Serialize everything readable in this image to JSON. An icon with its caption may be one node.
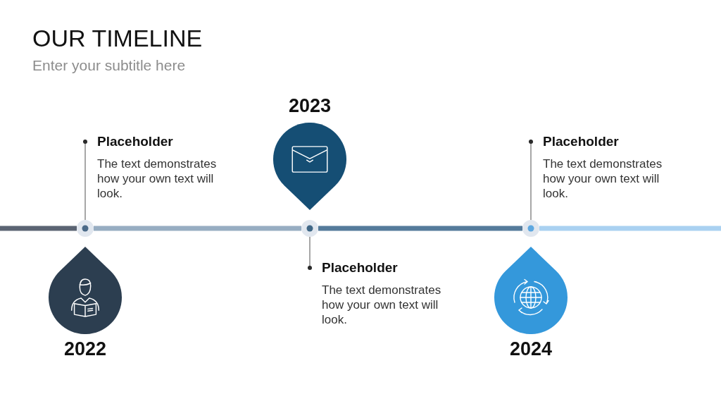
{
  "diagram": {
    "title": "OUR TIMELINE",
    "nodes": [
      {
        "text": [
          "Placeholder",
          "The text demonstrates how your own text will look."
        ]
      },
      {
        "text": [],
        "shape": "circle"
      },
      {
        "text": [
          "2022"
        ]
      },
      {
        "text": [
          "2023"
        ]
      },
      {
        "text": [],
        "shape": "circle"
      },
      {
        "text": [
          "Placeholder",
          "The text demonstrates how your own text will look."
        ]
      },
      {
        "text": [
          "Placeholder",
          "The text demonstrates how your own text will look."
        ]
      },
      {
        "text": [],
        "shape": "circle"
      },
      {
        "text": [
          "2024"
        ]
      }
    ],
    "edges": [
      {
        "from": 0,
        "to": 1,
        "arrow": "other"
      },
      {
        "from": 5,
        "to": 4,
        "arrow": "other"
      },
      {
        "from": 6,
        "to": 7,
        "arrow": "other"
      },
      {
        "from": null,
        "to": 1,
        "arrow": "none",
        "color": "#5b6473"
      },
      {
        "from": 1,
        "to": 4,
        "arrow": "none",
        "color": "#97adc2"
      },
      {
        "from": 4,
        "to": 7,
        "arrow": "none",
        "color": "#557b9b"
      },
      {
        "from": 7,
        "to": null,
        "arrow": "none",
        "color": "#a9d1f1"
      }
    ],
    "labels": [
      "Enter your subtitle here"
    ]
  }
}
